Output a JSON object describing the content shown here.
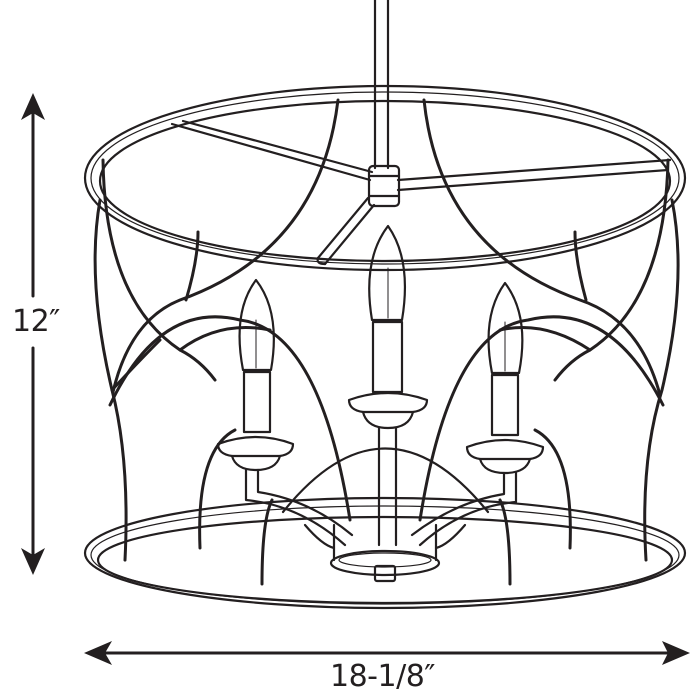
{
  "figure": {
    "subject": "Three-light drum chandelier line drawing",
    "line_color": "#231f20",
    "background": "#ffffff"
  },
  "dimensions": {
    "height": {
      "label": "12″",
      "orientation": "vertical"
    },
    "width": {
      "label": "18-1/8″",
      "orientation": "horizontal"
    }
  },
  "components": {
    "candles": 3,
    "rings": [
      "top-ring",
      "bottom-ring"
    ],
    "stem": "center-rod"
  }
}
